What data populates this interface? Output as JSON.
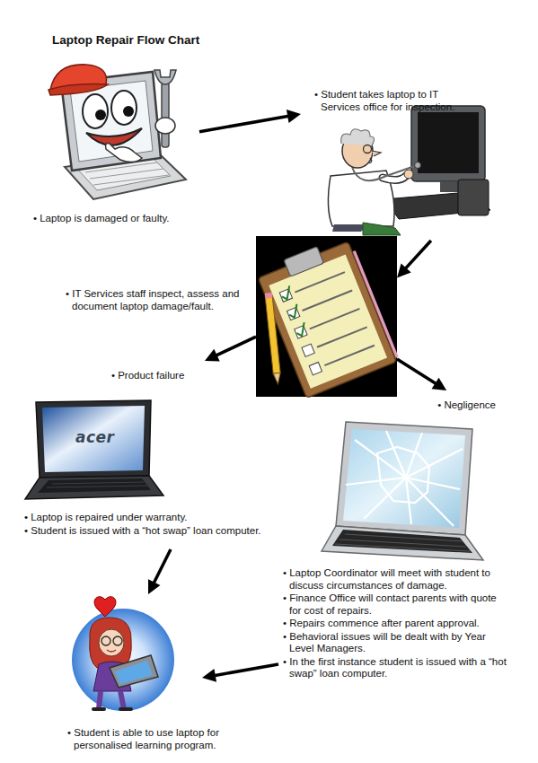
{
  "diagram": {
    "title": "Laptop Repair Flow Chart",
    "nodes": [
      {
        "text": [
          "• Laptop is damaged or faulty."
        ]
      },
      {
        "text": [
          "• Student takes laptop to IT Services office for inspection."
        ]
      },
      {
        "text": [
          "• IT Services staff inspect, assess and document laptop damage/fault."
        ]
      },
      {
        "text": [
          "• Laptop is repaired under warranty.",
          "• Student is issued with a “hot swap” loan computer."
        ]
      },
      {
        "text": [
          "• Laptop Coordinator will meet with student to discuss circumstances of damage.",
          "• Finance Office will contact parents with quote for cost of repairs.",
          "• Repairs commence after parent approval.",
          "• Behavioral issues will be dealt with by Year Level Managers.",
          "• In the first instance student is issued with a “hot swap” loan computer."
        ]
      },
      {
        "text": [
          "• Student is able to use laptop for personalised learning program."
        ]
      }
    ],
    "edges": [
      {
        "from": 0,
        "to": 1,
        "arrow": "to"
      },
      {
        "from": 1,
        "to": 2,
        "arrow": "to"
      },
      {
        "from": 2,
        "to": 3,
        "label": "• Product failure",
        "arrow": "to"
      },
      {
        "from": 2,
        "to": 4,
        "label": "• Negligence",
        "arrow": "to"
      },
      {
        "from": 3,
        "to": 5,
        "arrow": "to"
      },
      {
        "from": 4,
        "to": 5,
        "arrow": "to"
      }
    ],
    "labels": [
      "acer"
    ]
  }
}
